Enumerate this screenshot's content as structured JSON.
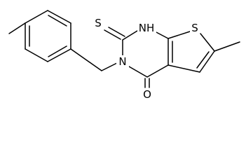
{
  "atom_labels": {
    "nh": "NH",
    "thione_s": "S",
    "ring_s": "S",
    "n3": "N",
    "carbonyl_o": "O"
  },
  "colors": {
    "bond": "#000000",
    "label": "#000000",
    "background": "#ffffff"
  }
}
